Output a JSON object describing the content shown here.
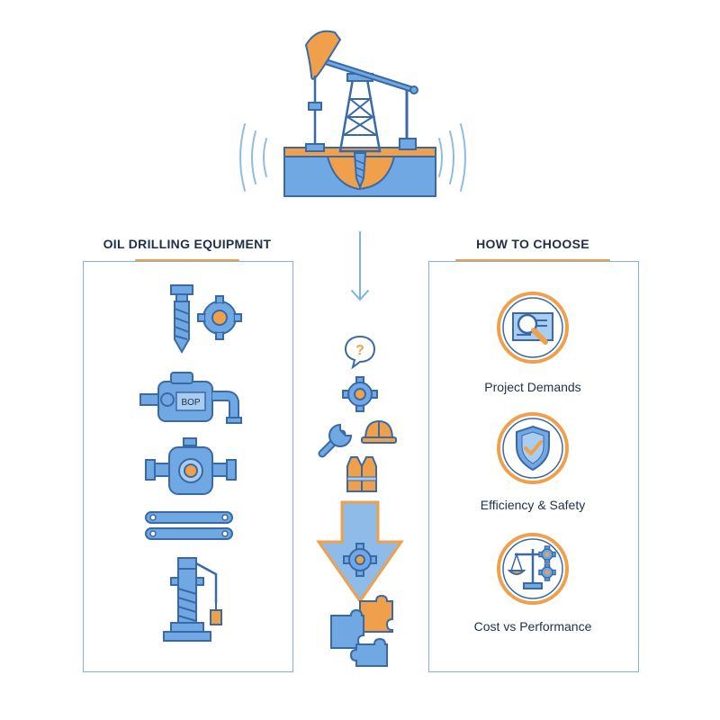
{
  "colors": {
    "blue": "#6fa8e2",
    "blue_dark": "#3a6aa6",
    "orange": "#f0a04b",
    "panel_border": "#7fb1e6",
    "text": "#1e3049"
  },
  "left_panel": {
    "title": "OIL DRILLING EQUIPMENT",
    "items": [
      {
        "icon": "drill-bit-gear-icon"
      },
      {
        "icon": "bop-unit-icon",
        "text": "BOP"
      },
      {
        "icon": "valve-icon"
      },
      {
        "icon": "linkage-icon"
      },
      {
        "icon": "derrick-hoist-icon"
      }
    ]
  },
  "right_panel": {
    "title": "HOW TO CHOOSE",
    "criteria": [
      {
        "icon": "magnifier-document-icon",
        "label": "Project Demands"
      },
      {
        "icon": "shield-check-icon",
        "label": "Efficiency & Safety"
      },
      {
        "icon": "scale-gear-icon",
        "label": "Cost vs Performance"
      }
    ]
  },
  "center_flow": {
    "question_mark": "?",
    "icons": [
      "question-bubble-icon",
      "gear-icon",
      "wrench-icon",
      "hard-hat-icon",
      "safety-vest-icon",
      "down-arrow-gear-icon",
      "puzzle-icon"
    ]
  },
  "header": {
    "icon": "pumpjack-rig-icon"
  }
}
